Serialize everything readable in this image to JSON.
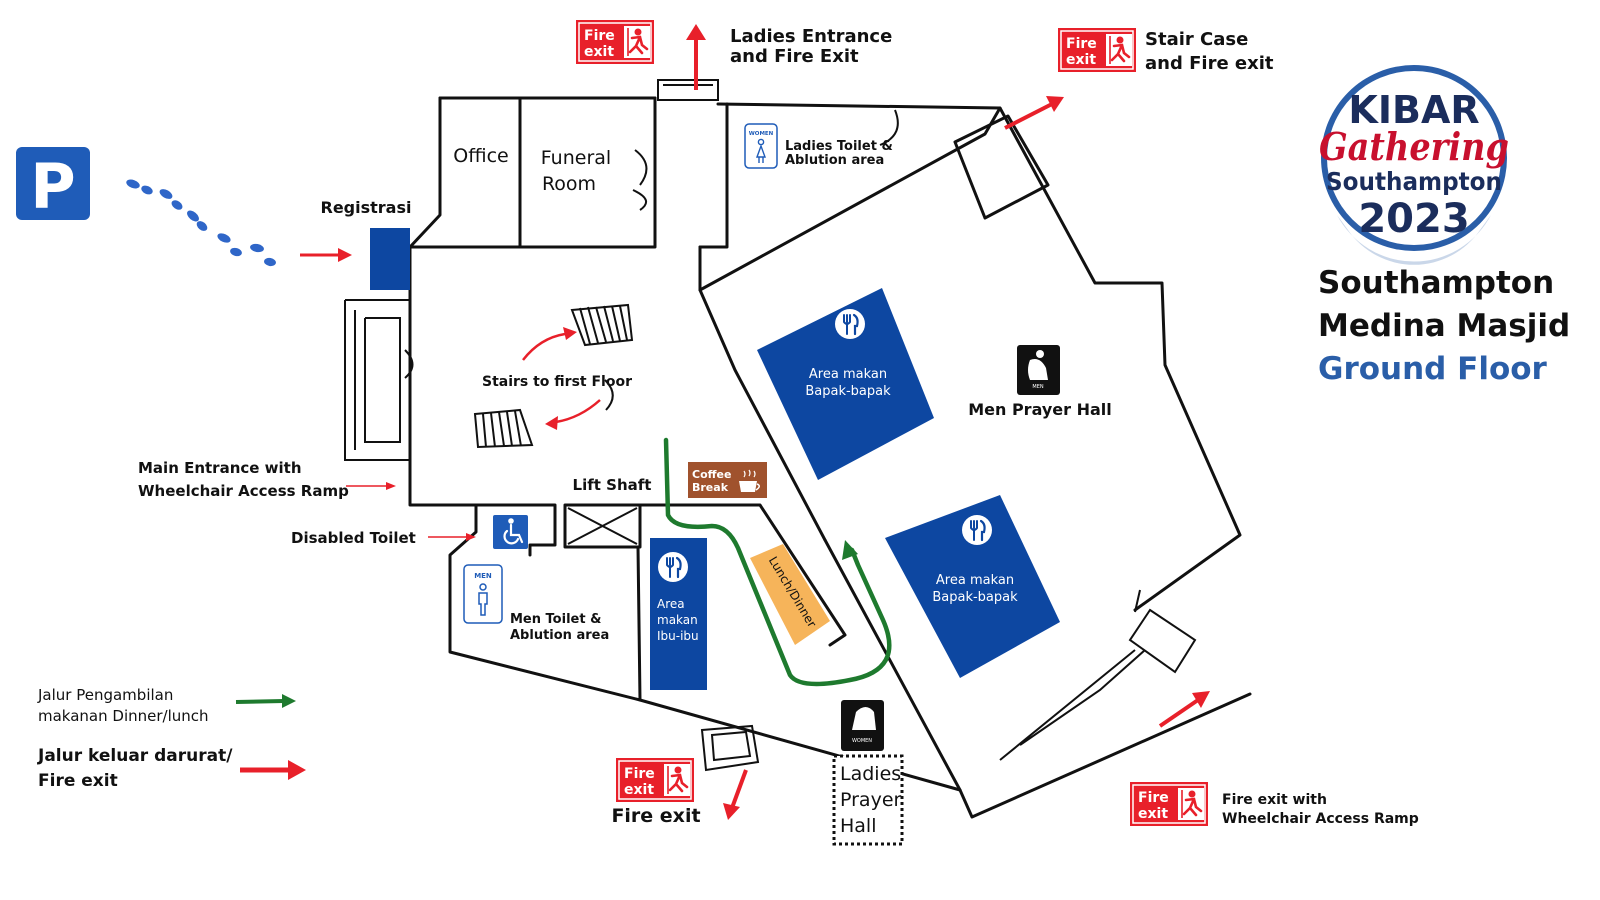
{
  "title": {
    "line1": "Southampton",
    "line2": "Medina Masjid",
    "line3": "Ground Floor"
  },
  "logo": {
    "word1": "KIBAR",
    "word2": "Gathering",
    "word3": "Southampton",
    "year": "2023"
  },
  "parking": {
    "symbol": "P"
  },
  "rooms": {
    "office": "Office",
    "funeral_line1": "Funeral",
    "funeral_line2": "Room",
    "registrasi": "Registrasi",
    "stairs": "Stairs to first Floor",
    "lift": "Lift Shaft",
    "men_prayer_hall": "Men Prayer Hall",
    "ladies_prayer_line1": "Ladies",
    "ladies_prayer_line2": "Prayer",
    "ladies_prayer_line3": "Hall",
    "ladies_toilet_line1": "Ladies Toilet &",
    "ladies_toilet_line2": "Ablution area",
    "men_toilet_line1": "Men Toilet &",
    "men_toilet_line2": "Ablution area",
    "disabled_toilet": "Disabled Toilet",
    "main_entrance_line1": "Main Entrance with",
    "main_entrance_line2": "Wheelchair Access Ramp"
  },
  "dining": {
    "men_area_1_line1": "Area makan",
    "men_area_1_line2": "Bapak-bapak",
    "men_area_2_line1": "Area makan",
    "men_area_2_line2": "Bapak-bapak",
    "women_area_line1": "Area",
    "women_area_line2": "makan",
    "women_area_line3": "Ibu-ibu",
    "coffee_line1": "Coffee",
    "coffee_line2": "Break",
    "lunch": "Lunch/Dinner"
  },
  "exits": {
    "sign_line1": "Fire",
    "sign_line2": "exit",
    "top_exit_line1": "Ladies Entrance",
    "top_exit_line2": "and Fire Exit",
    "stair_exit_line1": "Stair Case",
    "stair_exit_line2": "and Fire exit",
    "bottom_exit": "Fire exit",
    "ramp_exit_line1": "Fire exit with",
    "ramp_exit_line2": "Wheelchair Access Ramp"
  },
  "signs": {
    "women": "WOMEN",
    "men": "MEN"
  },
  "legend": {
    "food_route_line1": "Jalur Pengambilan",
    "food_route_line2": "makanan Dinner/lunch",
    "fire_route_line1": "Jalur keluar darurat/",
    "fire_route_line2": "Fire exit"
  },
  "colors": {
    "dining_blue": "#0d47a1",
    "fire_red": "#e8202a",
    "route_green": "#1e7a2e",
    "coffee_brown": "#a0522d",
    "lunch_orange": "#f6b45a",
    "title_blue": "#2a5ea8",
    "logo_red": "#c8102e",
    "logo_navy": "#1b2d5c",
    "parking_blue": "#1f5cb8"
  },
  "icons": [
    "parking-icon",
    "footprints-icon",
    "fire-exit-icon",
    "cutlery-icon",
    "coffee-cup-icon",
    "wheelchair-icon",
    "women-toilet-icon",
    "men-toilet-icon",
    "man-praying-icon",
    "woman-praying-icon"
  ]
}
